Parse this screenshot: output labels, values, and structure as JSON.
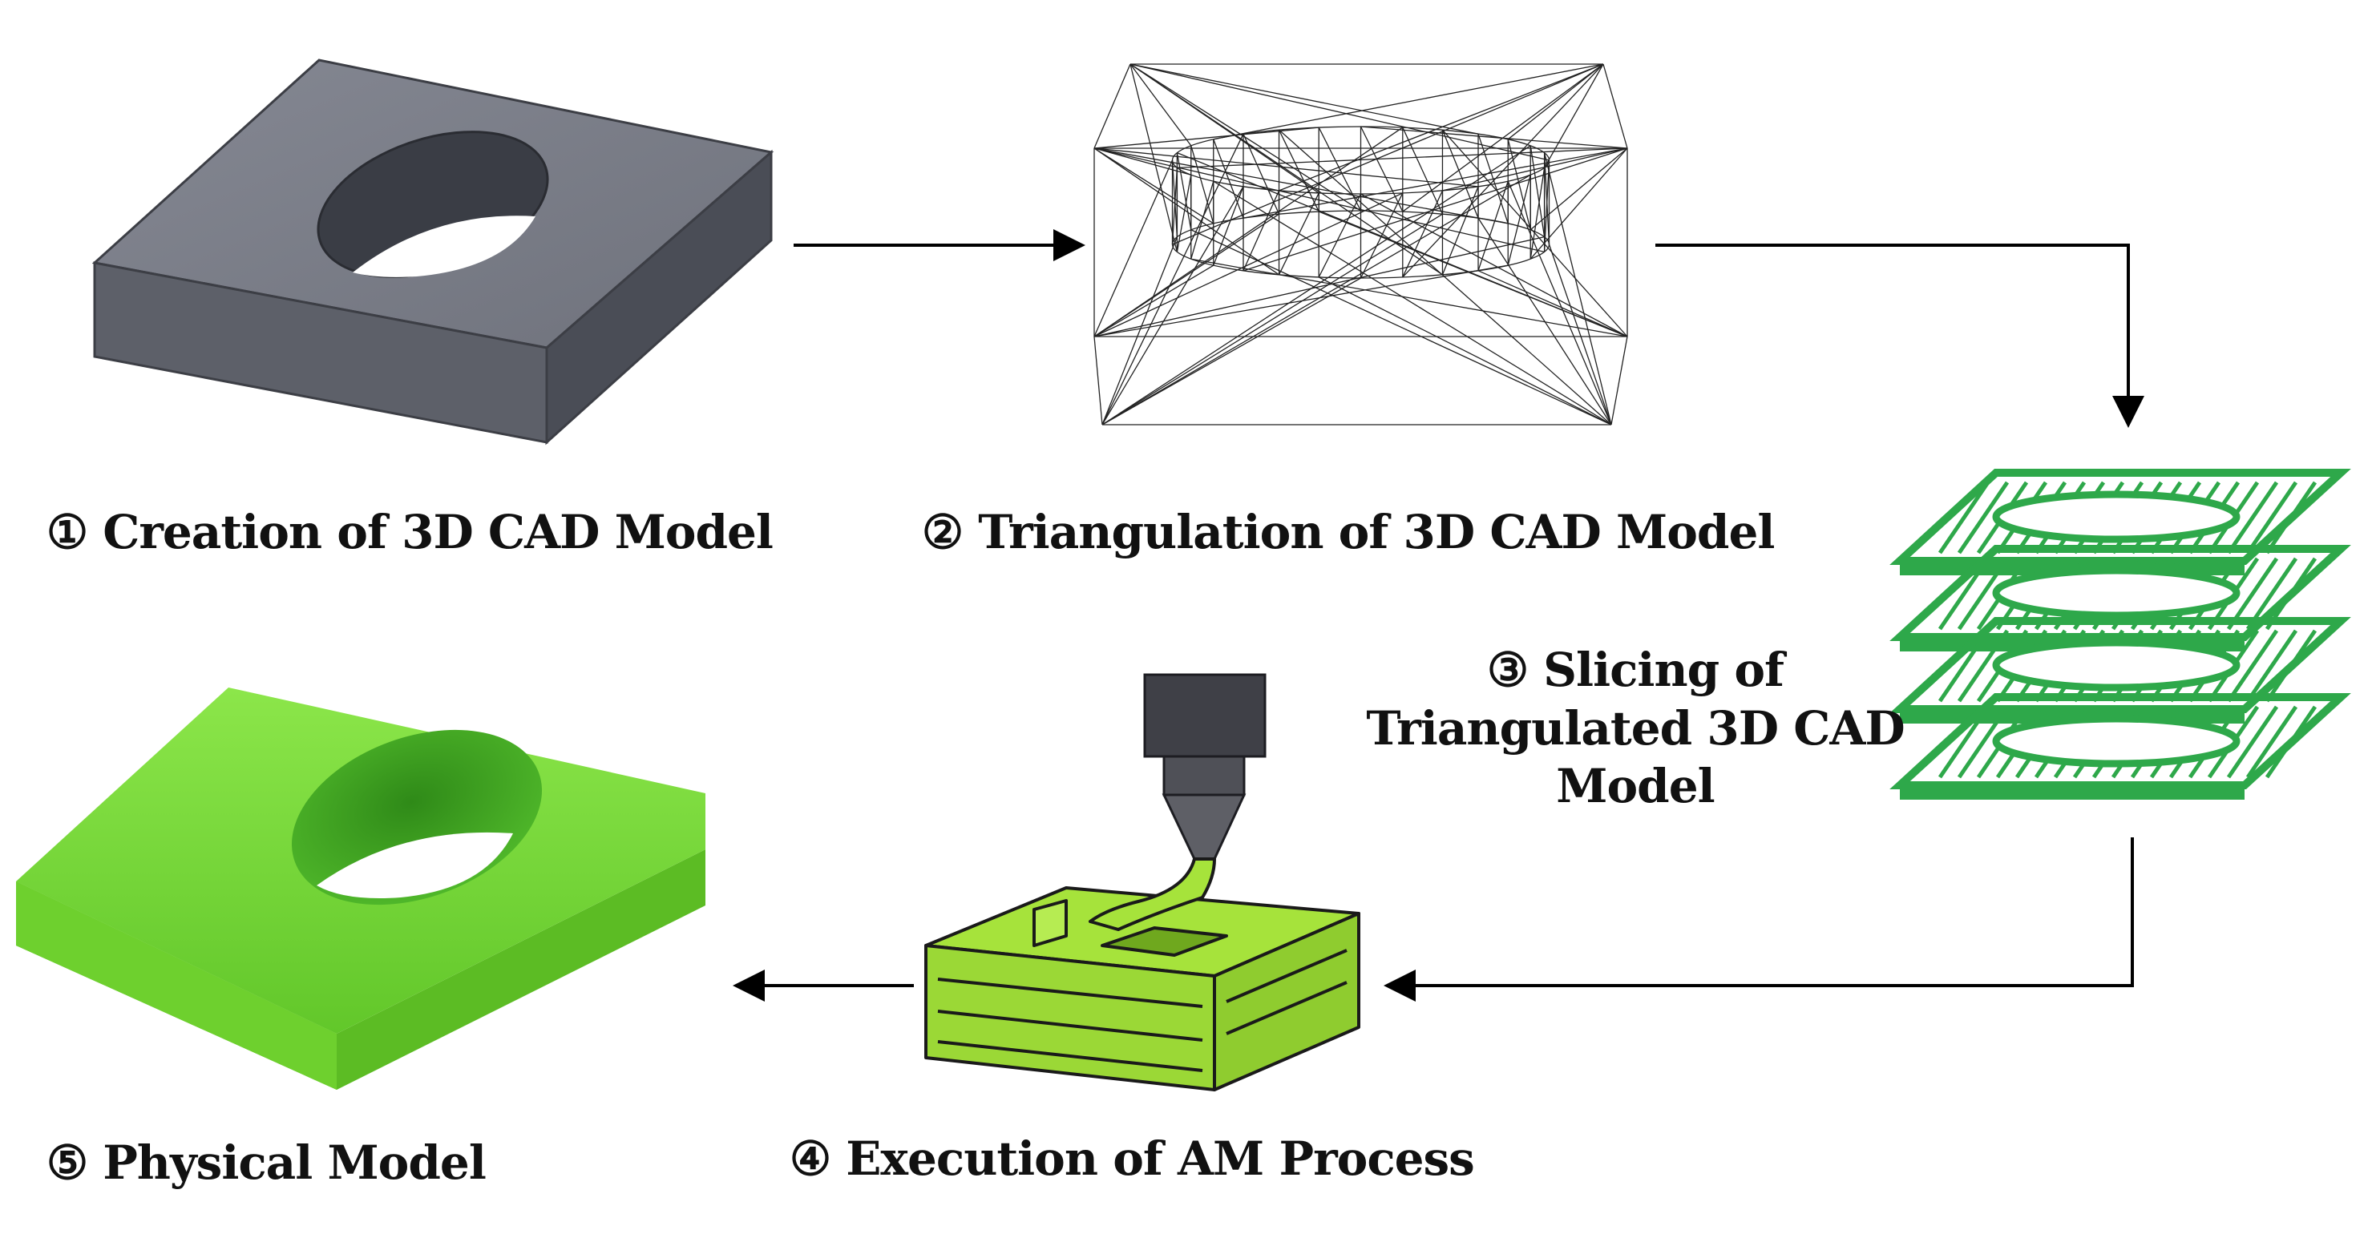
{
  "steps": [
    {
      "label": "① Creation of 3D CAD Model"
    },
    {
      "label": "② Triangulation of 3D CAD Model"
    },
    {
      "label_lines": [
        "③ Slicing of",
        "Triangulated 3D CAD",
        "Model"
      ]
    },
    {
      "label": "④ Execution of AM Process"
    },
    {
      "label": "⑤ Physical Model"
    }
  ],
  "colors": {
    "cad_top": "#7a7d87",
    "cad_front": "#5e616b",
    "cad_side": "#4b4e57",
    "slice_green": "#2ea84a",
    "printed_green": "#9bdc3e",
    "physical_green": "#7fe03a",
    "arrow": "#000000"
  }
}
